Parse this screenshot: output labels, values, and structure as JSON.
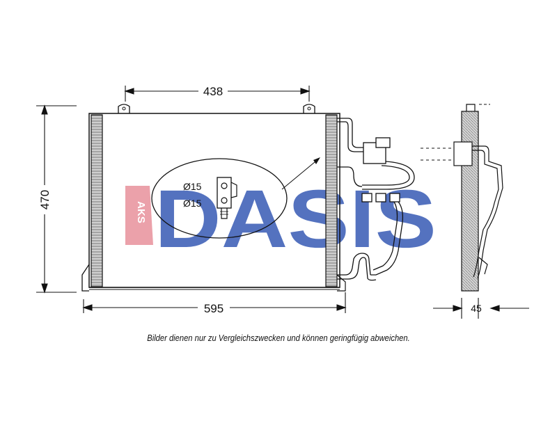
{
  "logo": {
    "brand": "DASIS",
    "prefix": "AKS",
    "colors": {
      "red": "#d9343c",
      "blue": "#1e3f9c",
      "pink": "#e78a96"
    }
  },
  "dimensions": {
    "core_width": "438",
    "total_width": "595",
    "height": "470",
    "depth": "45"
  },
  "detail": {
    "port_1": "Ø15",
    "port_2": "Ø15"
  },
  "caption": "Bilder dienen nur zu Vergleichszwecken und können geringfügig abweichen.",
  "colors": {
    "line": "#111111",
    "fin_gray": "#9a9a9a"
  }
}
